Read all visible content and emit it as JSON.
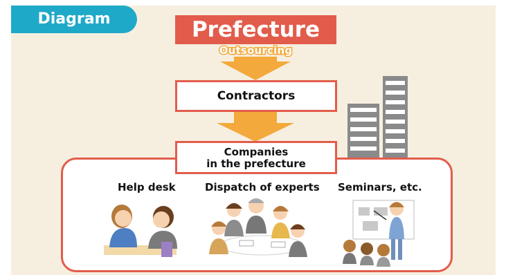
{
  "tag": "Diagram",
  "prefecture": "Prefecture",
  "outsourcing": "Outsourcing",
  "contractors": "Contractors",
  "companies_line1": "Companies",
  "companies_line2": "in the prefecture",
  "columns": [
    "Help desk",
    "Dispatch of experts",
    "Seminars, etc."
  ],
  "colors": {
    "accent_red": "#e25c4b",
    "arrow_orange": "#f3a93b",
    "tag_blue": "#1fa9c8",
    "panel_beige": "#f6efe0",
    "building_gray": "#8a8a8a"
  }
}
